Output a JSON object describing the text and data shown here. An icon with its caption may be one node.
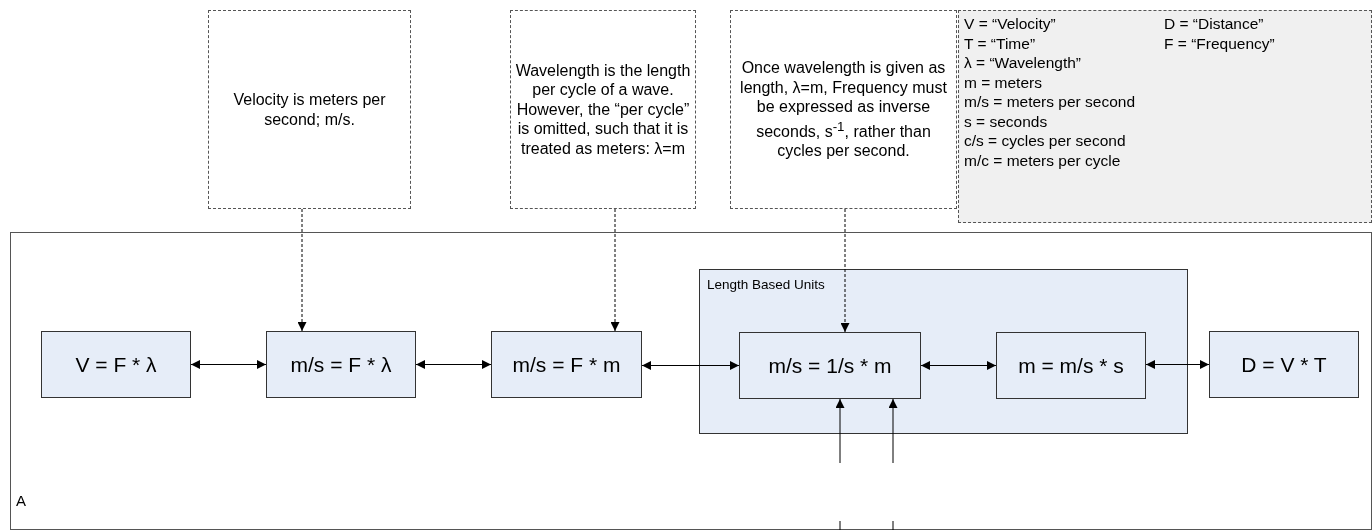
{
  "diagram": {
    "nodes": [
      {
        "text": [
          "Velocity is meters per second; m/s."
        ]
      },
      {
        "text": [
          "Wavelength is the length per cycle of a wave.  However, the “per cycle” is omitted, such that it is treated as meters: λ=m"
        ]
      },
      {
        "text": [
          "Once wavelength is given as length, λ=m, Frequency must be expressed as inverse seconds, s$^{-1}$, rather than cycles per second."
        ]
      },
      {
        "text": [
          "V = “Velocity”",
          "D = “Distance”",
          "T = “Time”",
          "F = “Frequency”",
          "λ = “Wavelength”",
          "m = meters",
          "m/s = meters per second",
          "s = seconds",
          "c/s = cycles per second",
          "m/c = meters per cycle"
        ]
      },
      {
        "text": [
          "A"
        ]
      },
      {
        "text": [
          "V = F * λ"
        ],
        "in": 4
      },
      {
        "text": [
          "m/s = F * λ"
        ],
        "in": 4
      },
      {
        "text": [
          "m/s = F * m"
        ],
        "in": 4
      },
      {
        "text": [
          "Length Based Units"
        ],
        "in": 4
      },
      {
        "text": [
          "m/s = 1/s * m"
        ],
        "in": 8
      },
      {
        "text": [
          "m = m/s * s"
        ],
        "in": 8
      },
      {
        "text": [
          "D = V * T"
        ],
        "in": 4
      }
    ],
    "edges": [
      {
        "from": 0,
        "to": 6,
        "arrow": "to",
        "style": "dashed"
      },
      {
        "from": 1,
        "to": 7,
        "arrow": "to",
        "style": "dashed"
      },
      {
        "from": 2,
        "to": 9,
        "arrow": "to",
        "style": "dashed"
      },
      {
        "from": 5,
        "to": 6,
        "arrow": "both"
      },
      {
        "from": 6,
        "to": 7,
        "arrow": "both"
      },
      {
        "from": 7,
        "to": 9,
        "arrow": "both"
      },
      {
        "from": 9,
        "to": 10,
        "arrow": "both"
      },
      {
        "from": 10,
        "to": 11,
        "arrow": "both"
      },
      {
        "from": null,
        "to": 9,
        "arrow": "to"
      },
      {
        "from": null,
        "to": 9,
        "arrow": "to"
      }
    ]
  }
}
